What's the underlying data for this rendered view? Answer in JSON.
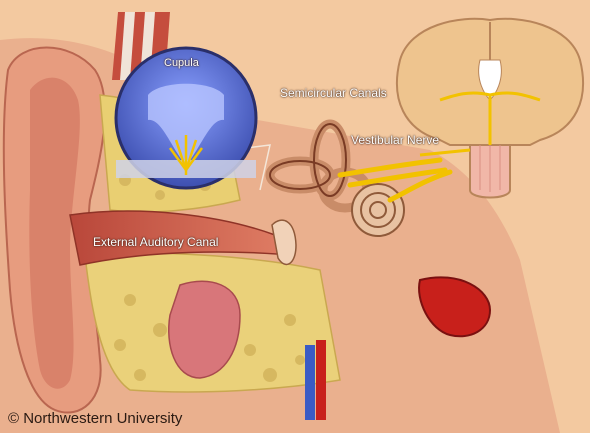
{
  "labels": {
    "cupula": "Cupula",
    "semicircular_canals": "Semicircular Canals",
    "vestibular_nerve": "Vestibular Nerve",
    "external_auditory_canal": "External Auditory Canal"
  },
  "copyright": "© Northwestern University",
  "colors": {
    "background": "#f3c9a0",
    "tissue": "#e7a37e",
    "bone": "#e9cf72",
    "muscle": "#c54d3d",
    "inset_fluid": "#5a6ed0",
    "nerve": "#f2c200",
    "artery": "#c8201b"
  }
}
